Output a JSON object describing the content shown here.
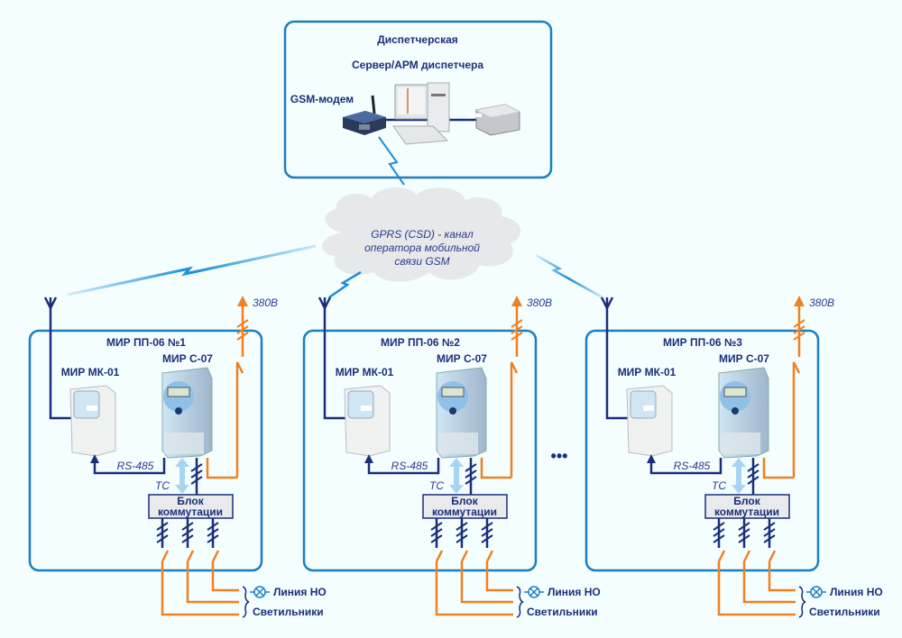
{
  "dispatch": {
    "title": "Диспетчерская",
    "server_label": "Сервер/АРМ диспетчера",
    "modem_label": "GSM-модем"
  },
  "cloud": {
    "line1": "GPRS (CSD) - канал",
    "line2": "оператора мобильной",
    "line3": "связи GSM"
  },
  "cabinets": [
    {
      "title": "МИР ПП-06 №1",
      "controller": "МИР МК-01",
      "meter": "МИР С-07",
      "bus": "RS-485",
      "tc": "ТС",
      "switch_block_line1": "Блок",
      "switch_block_line2": "коммутации",
      "supply": "380В",
      "line_out": "Линия НО",
      "lamps": "Светильники"
    },
    {
      "title": "МИР ПП-06 №2",
      "controller": "МИР МК-01",
      "meter": "МИР С-07",
      "bus": "RS-485",
      "tc": "ТС",
      "switch_block_line1": "Блок",
      "switch_block_line2": "коммутации",
      "supply": "380В",
      "line_out": "Линия НО",
      "lamps": "Светильники"
    },
    {
      "title": "МИР ПП-06 №3",
      "controller": "МИР МК-01",
      "meter": "МИР С-07",
      "bus": "RS-485",
      "tc": "ТС",
      "switch_block_line1": "Блок",
      "switch_block_line2": "коммутации",
      "supply": "380В",
      "line_out": "Линия НО",
      "lamps": "Светильники"
    }
  ],
  "ellipsis": "•••",
  "colors": {
    "frame": "#1a7fc0",
    "wire_dark": "#1a2f7a",
    "power": "#f08020",
    "radio": "#1a8fd8",
    "tc_arrow": "#a8d4f4",
    "cloud": "#e6e8ea"
  }
}
